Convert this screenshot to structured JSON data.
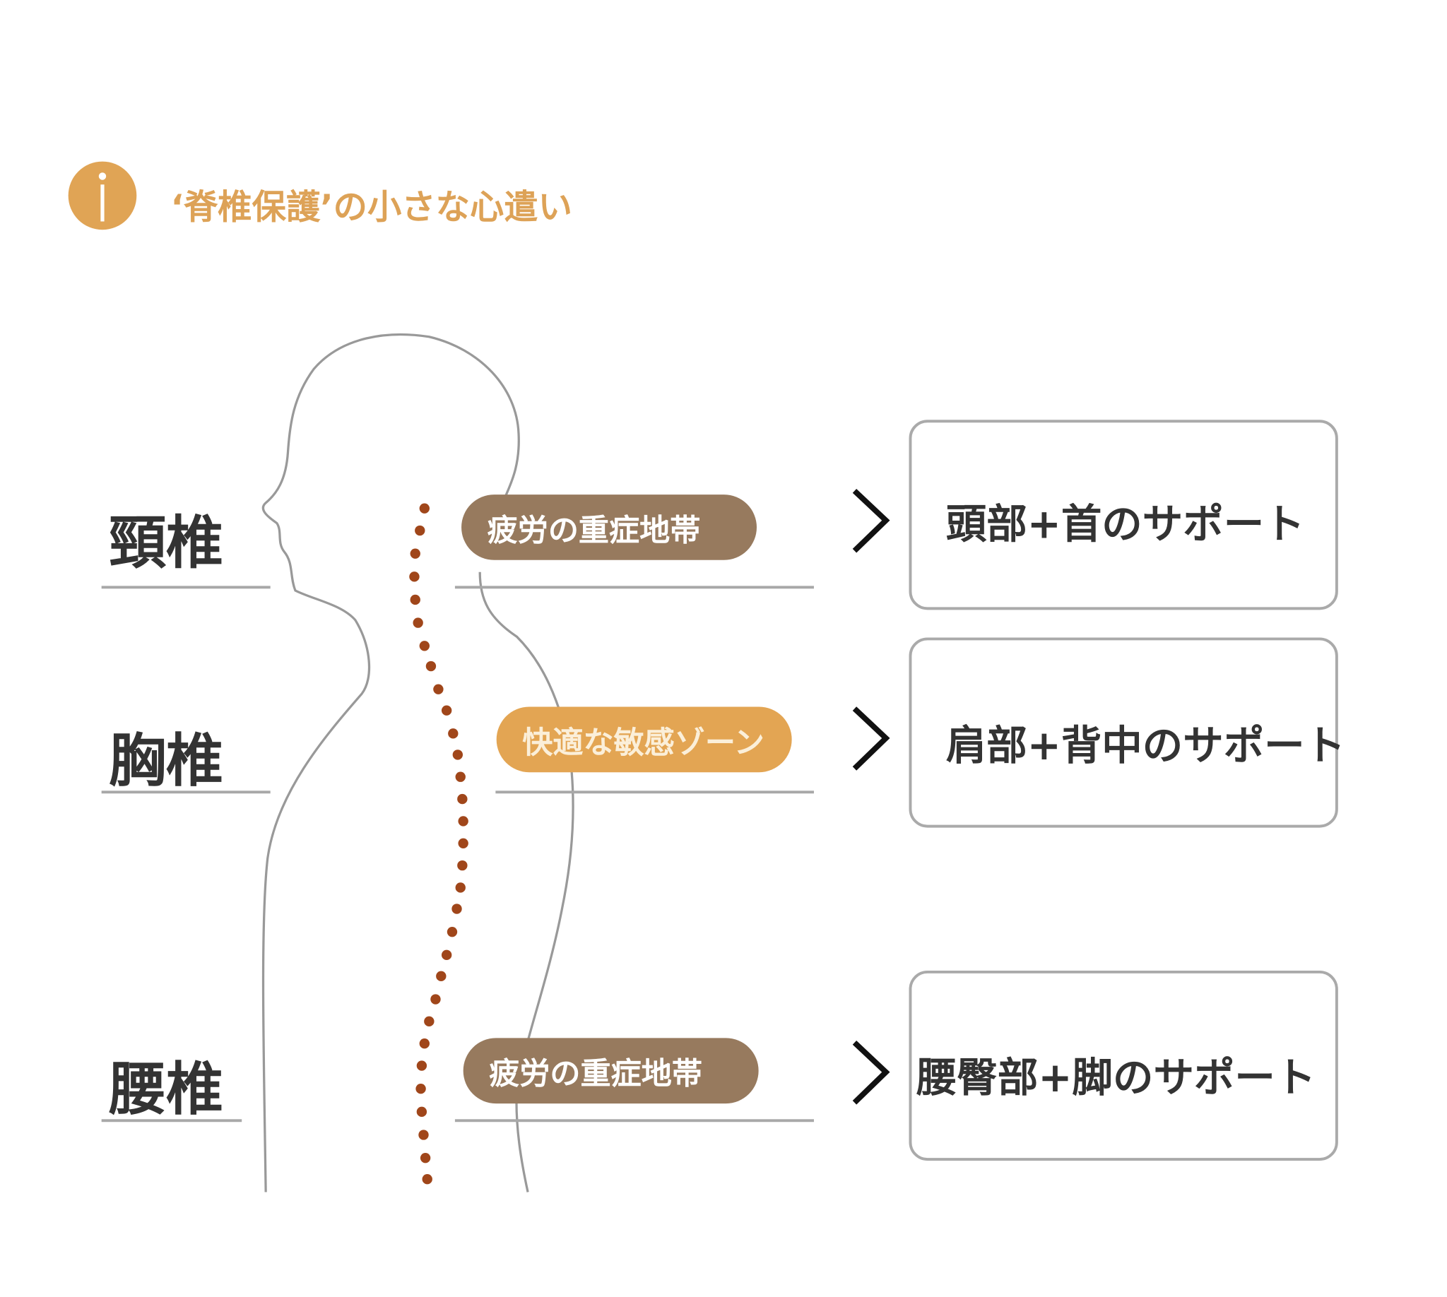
{
  "header": {
    "title": "‘脊椎保護’の小さな心遣い",
    "icon": "info-icon"
  },
  "sections": [
    {
      "label": "頸椎",
      "zone": "疲労の重症地帯",
      "support": "頭部+首のサポート"
    },
    {
      "label": "胸椎",
      "zone": "快適な敏感ゾーン",
      "support": "肩部+背中のサポート"
    },
    {
      "label": "腰椎",
      "zone": "疲労の重症地帯",
      "support": "腰臀部+脚のサポート"
    }
  ],
  "colors": {
    "accent": "#e0a455",
    "brown": "#977a5e",
    "dots": "#a0461a"
  }
}
